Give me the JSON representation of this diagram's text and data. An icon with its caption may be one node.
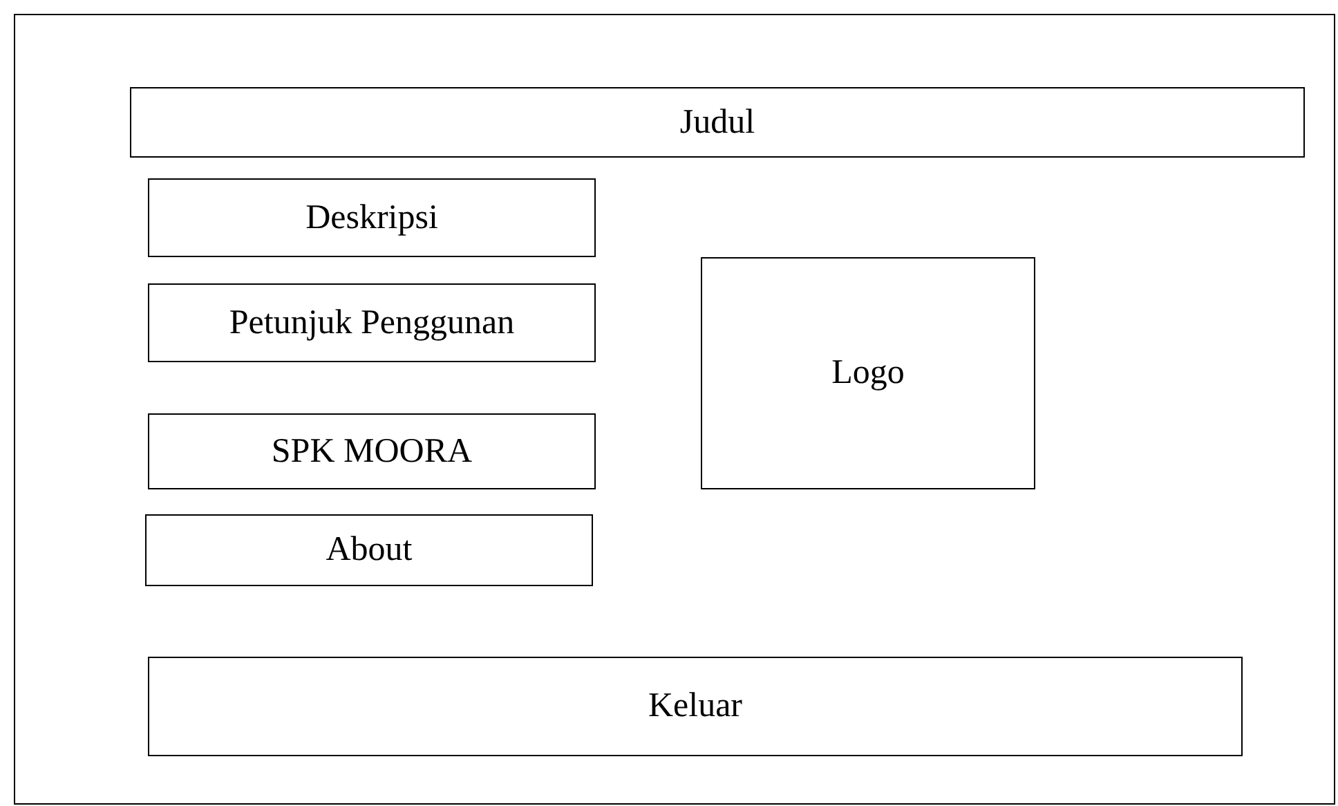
{
  "diagram": {
    "nodes": [
      {
        "text": [],
        "shape": "box"
      },
      {
        "text": [
          "Judul"
        ],
        "in": 0
      },
      {
        "text": [
          "Deskripsi"
        ],
        "in": 0
      },
      {
        "text": [
          "Petunjuk Penggunan"
        ],
        "in": 0
      },
      {
        "text": [
          "Logo"
        ],
        "in": 0
      },
      {
        "text": [
          "SPK MOORA"
        ],
        "in": 0
      },
      {
        "text": [
          "About"
        ],
        "in": 0
      },
      {
        "text": [
          "Keluar"
        ],
        "in": 0
      }
    ]
  }
}
